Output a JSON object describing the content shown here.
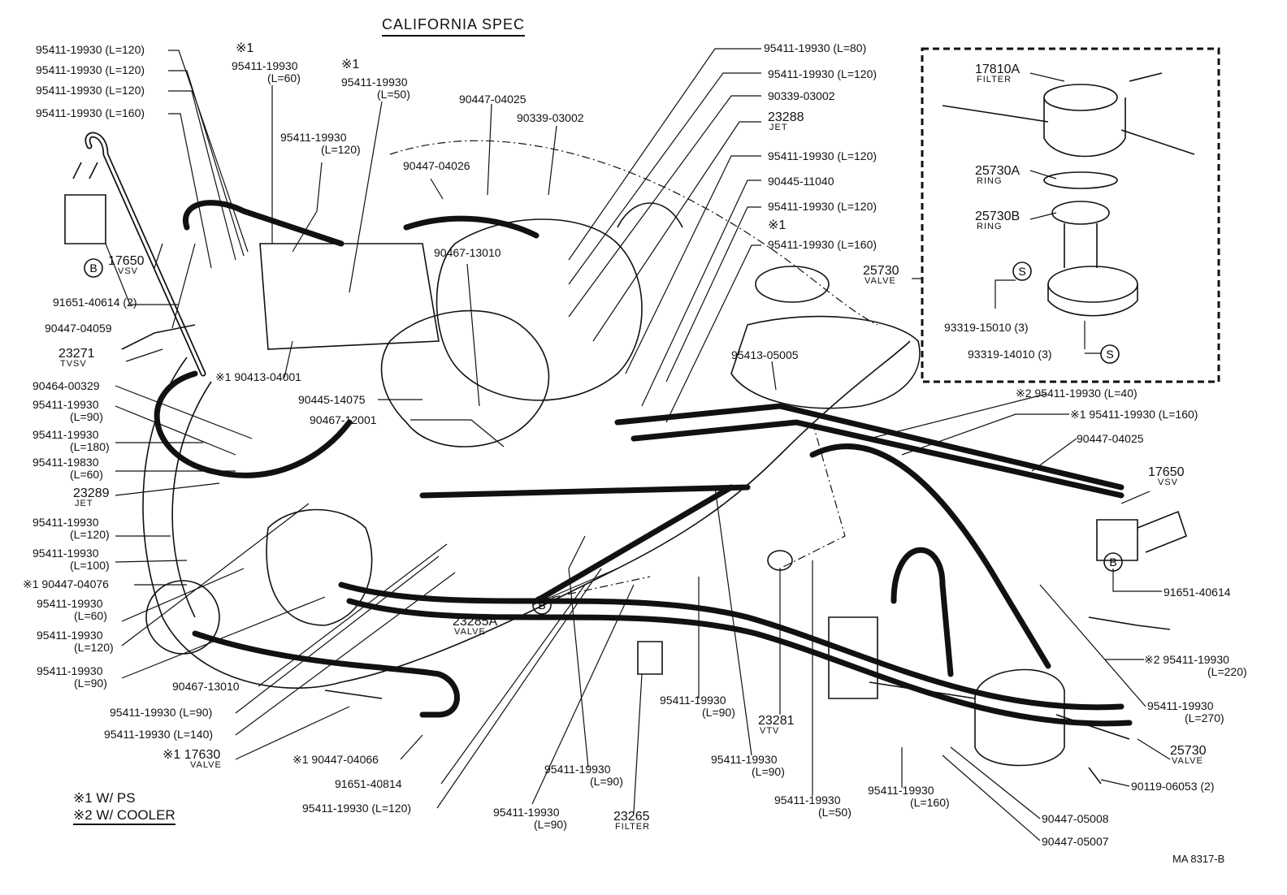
{
  "title": "CALIFORNIA SPEC",
  "legend": {
    "line1": "※1 W/ PS",
    "line2": "※2 W/ COOLER"
  },
  "drawing_code": "MA 8317-B",
  "labels": {
    "l01": "95411-19930 (L=120)",
    "l02": "95411-19930 (L=120)",
    "l03": "95411-19930 (L=120)",
    "l04": "95411-19930 (L=160)",
    "l05_mark": "※1",
    "l05": "95411-19930",
    "l05b": "(L=60)",
    "l06_mark": "※1",
    "l06": "95411-19930",
    "l06b": "(L=50)",
    "l07": "95411-19930",
    "l07b": "(L=120)",
    "l08": "90447-04025",
    "l09": "90339-03002",
    "l10": "90447-04026",
    "l11": "90467-13010",
    "l12": "17650",
    "l12s": "VSV",
    "l13": "91651-40614 (2)",
    "l14": "90447-04059",
    "l15": "23271",
    "l15s": "TVSV",
    "l16": "※1 90413-04001",
    "l17": "90464-00329",
    "l18": "95411-19930",
    "l18b": "(L=90)",
    "l19": "95411-19930",
    "l19b": "(L=180)",
    "l20": "95411-19830",
    "l20b": "(L=60)",
    "l21": "23289",
    "l21s": "JET",
    "l22": "95411-19930",
    "l22b": "(L=120)",
    "l23": "95411-19930",
    "l23b": "(L=100)",
    "l24": "※1 90447-04076",
    "l25": "95411-19930",
    "l25b": "(L=60)",
    "l26": "95411-19930",
    "l26b": "(L=120)",
    "l27": "95411-19930",
    "l27b": "(L=90)",
    "l28": "90467-13010",
    "l29": "95411-19930 (L=90)",
    "l30": "95411-19930 (L=140)",
    "l31": "※1 17630",
    "l31s": "VALVE",
    "l32": "※1 90447-04066",
    "l33": "91651-40814",
    "l34": "95411-19930 (L=120)",
    "l35": "90445-14075",
    "l36": "90467-12001",
    "l37": "23285A",
    "l37s": "VALVE",
    "l38": "95411-19930",
    "l38b": "(L=90)",
    "l39": "23265",
    "l39s": "FILTER",
    "l40": "95411-19930",
    "l40b": "(L=90)",
    "l41": "95411-19930",
    "l41b": "(L=90)",
    "l42": "23281",
    "l42s": "VTV",
    "l43": "95411-19930",
    "l43b": "(L=90)",
    "l44": "95411-19930",
    "l44b": "(L=50)",
    "l45": "95411-19930",
    "l45b": "(L=160)",
    "l46": "90447-05008",
    "l47": "90447-05007",
    "r01": "95411-19930 (L=80)",
    "r02": "95411-19930 (L=120)",
    "r03": "90339-03002",
    "r04": "23288",
    "r04s": "JET",
    "r05": "95411-19930 (L=120)",
    "r06": "90445-11040",
    "r07": "95411-19930 (L=120)",
    "r08_mark": "※1",
    "r08": "95411-19930 (L=160)",
    "r09": "95413-05005",
    "r10": "※2 95411-19930 (L=40)",
    "r11": "※1 95411-19930 (L=160)",
    "r12": "90447-04025",
    "r13": "17650",
    "r13s": "VSV",
    "r14": "91651-40614",
    "r15": "※2 95411-19930",
    "r15b": "(L=220)",
    "r16": "95411-19930",
    "r16b": "(L=270)",
    "r17": "25730",
    "r17s": "VALVE",
    "r18": "90119-06053 (2)",
    "b01": "17810A",
    "b01s": "FILTER",
    "b02": "25730A",
    "b02s": "RING",
    "b03": "25730B",
    "b03s": "RING",
    "b04": "25730",
    "b04s": "VALVE",
    "b05": "93319-15010 (3)",
    "b06": "93319-14010 (3)"
  },
  "markers": {
    "b": "B",
    "s": "S"
  }
}
